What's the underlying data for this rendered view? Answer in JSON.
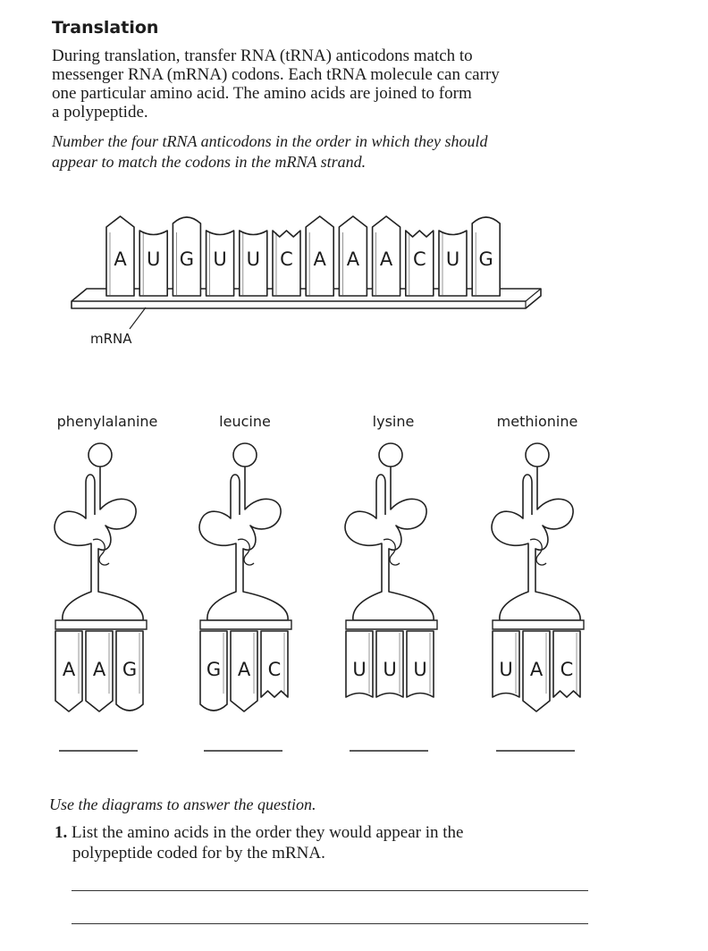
{
  "title": "Translation",
  "intro_lines": [
    "During translation, transfer RNA (tRNA) anticodons match to",
    "messenger RNA (mRNA) codons. Each tRNA molecule can carry",
    "one particular amino acid. The amino acids are joined to form",
    "a polypeptide."
  ],
  "instruction_lines": [
    "Number the four tRNA anticodons in the order in which they should",
    "appear to match the codons in the mRNA strand."
  ],
  "mrna": {
    "label": "mRNA",
    "bases": [
      "A",
      "U",
      "G",
      "U",
      "U",
      "C",
      "A",
      "A",
      "A",
      "C",
      "U",
      "G"
    ]
  },
  "trnas": [
    {
      "amino_acid": "phenylalanine",
      "anticodon": [
        "A",
        "A",
        "G"
      ]
    },
    {
      "amino_acid": "leucine",
      "anticodon": [
        "G",
        "A",
        "C"
      ]
    },
    {
      "amino_acid": "lysine",
      "anticodon": [
        "U",
        "U",
        "U"
      ]
    },
    {
      "amino_acid": "methionine",
      "anticodon": [
        "U",
        "A",
        "C"
      ]
    }
  ],
  "question_intro": "Use the diagrams to answer the question.",
  "question": {
    "number": "1.",
    "lines": [
      "List the amino acids in the order they would appear in the",
      "polypeptide coded for by the mRNA."
    ]
  }
}
